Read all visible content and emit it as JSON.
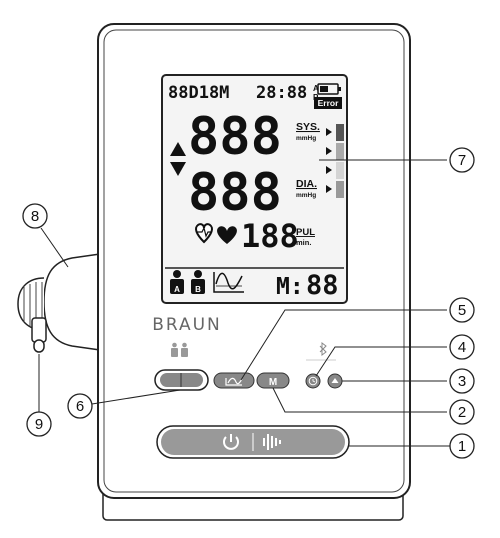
{
  "lcd": {
    "date": "88D18M",
    "time": "28:88",
    "ampm_a": "A",
    "ampm_p": "P",
    "error_label": "Error",
    "sys_value": "888",
    "dia_value": "888",
    "pulse_value": "188",
    "sys_label": "SYS.",
    "dia_label": "DIA.",
    "unit_sys": "mmHg",
    "unit_dia": "mmHg",
    "pul_label": "PUL",
    "pul_unit": "min.",
    "user_a": "A",
    "user_b": "B",
    "memory_label": "M:",
    "memory_value": "88"
  },
  "brand": "BRAUN",
  "buttons": {
    "memory_label": "M"
  },
  "callouts": [
    "1",
    "2",
    "3",
    "4",
    "5",
    "6",
    "7",
    "8",
    "9"
  ]
}
